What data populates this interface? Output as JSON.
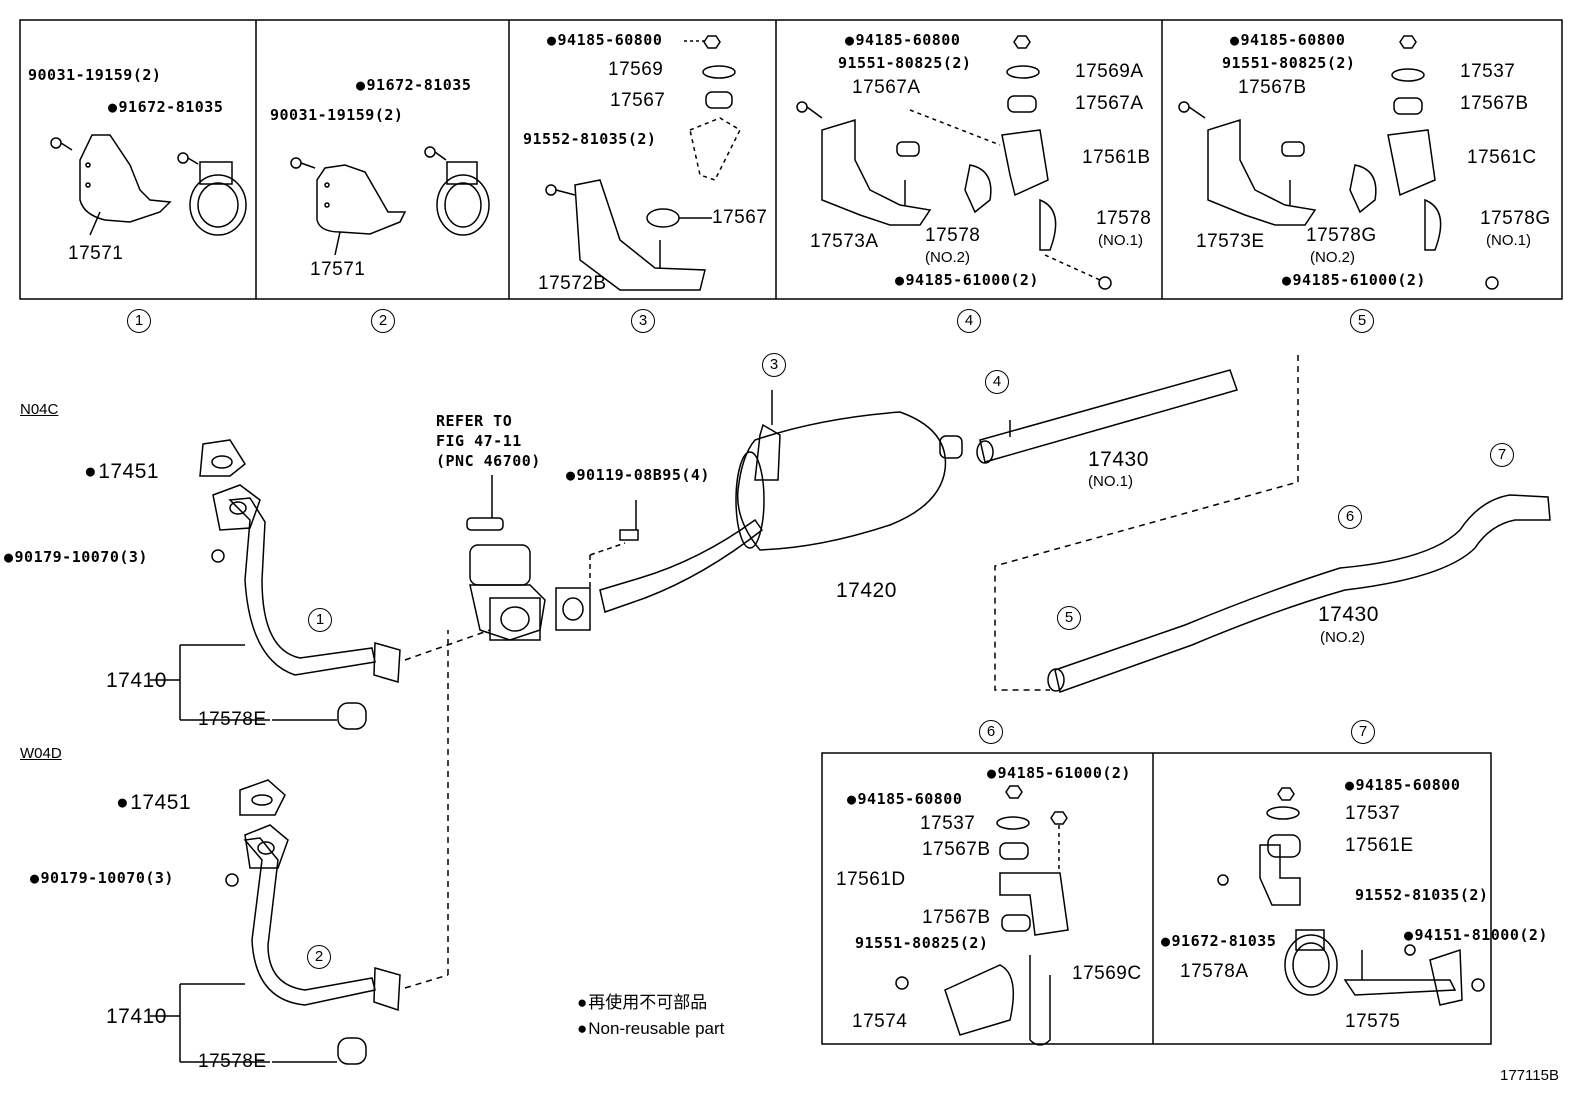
{
  "engine_variants": [
    "N04C",
    "W04D"
  ],
  "panel_numbers": [
    "1",
    "2",
    "3",
    "4",
    "5",
    "6",
    "7"
  ],
  "parts": {
    "p90031": "90031-19159(2)",
    "p91672": "91672-81035",
    "p17571": "17571",
    "p94185_608": "94185-60800",
    "p17569": "17569",
    "p17567": "17567",
    "p91552": "91552-81035(2)",
    "p17572B": "17572B",
    "p91551": "91551-80825(2)",
    "p17567A": "17567A",
    "p17569A": "17569A",
    "p17561B": "17561B",
    "p17573A": "17573A",
    "p17578": "17578",
    "p94185_610": "94185-61000(2)",
    "p17537": "17537",
    "p17567B": "17567B",
    "p17561C": "17561C",
    "p17573E": "17573E",
    "p17578G": "17578G",
    "p17451": "17451",
    "p90179": "90179-10070(3)",
    "p17410": "17410",
    "p17578E": "17578E",
    "p90119": "90119-08B95(4)",
    "p17420": "17420",
    "p17430": "17430",
    "p17561D": "17561D",
    "p17574": "17574",
    "p17569C": "17569C",
    "p17561E": "17561E",
    "p94151": "94151-81000(2)",
    "p17578A": "17578A",
    "p17575": "17575"
  },
  "sub": {
    "no1": "(NO.1)",
    "no2": "(NO.2)"
  },
  "refer": {
    "l1": "REFER TO",
    "l2": "FIG 47-11",
    "l3": "(PNC 46700)"
  },
  "legend": {
    "jp": "再使用不可部品",
    "en": "Non-reusable part"
  },
  "figure_id": "177115B"
}
